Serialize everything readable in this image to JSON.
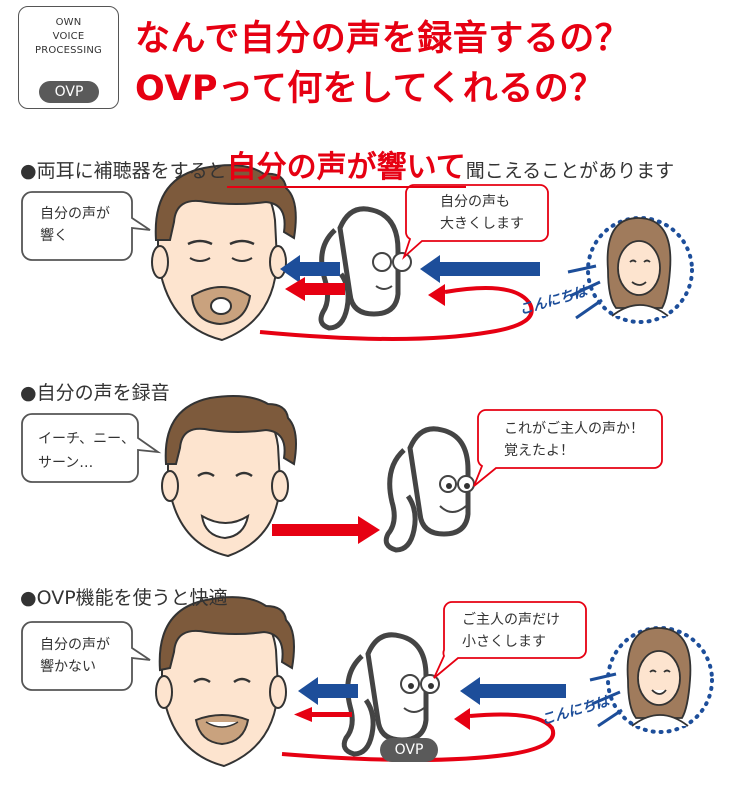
{
  "logo": {
    "line1": "OWN",
    "line2": "VOICE",
    "line3": "PROCESSING",
    "badge": "OVP"
  },
  "title": {
    "line1": "なんで自分の声を録音するの？",
    "line2": "OVPって何をしてくれるの？"
  },
  "section1": {
    "prefix": "●両耳に補聴器をすると",
    "emphasis": "自分の声が響いて",
    "suffix": "聞こえることがあります",
    "man_bubble_line1": "自分の声が",
    "man_bubble_line2": "響く",
    "aid_bubble_line1": "自分の声も",
    "aid_bubble_line2": "大きくします",
    "greeting": "こんにちは"
  },
  "section2": {
    "heading": "●自分の声を録音",
    "man_bubble_line1": "イーチ、ニー、",
    "man_bubble_line2": "サーン…",
    "aid_bubble_line1": "これがご主人の声か！",
    "aid_bubble_line2": "覚えたよ！"
  },
  "section3": {
    "heading": "●OVP機能を使うと快適",
    "man_bubble_line1": "自分の声が",
    "man_bubble_line2": "響かない",
    "aid_bubble_line1": "ご主人の声だけ",
    "aid_bubble_line2": "小さくします",
    "greeting": "こんにちは",
    "badge": "OVP"
  },
  "colors": {
    "red": "#e60012",
    "blue": "#1d4e9a",
    "skin": "#fde4cf",
    "hair": "#7d5a3c",
    "gray": "#5a5a5a"
  }
}
